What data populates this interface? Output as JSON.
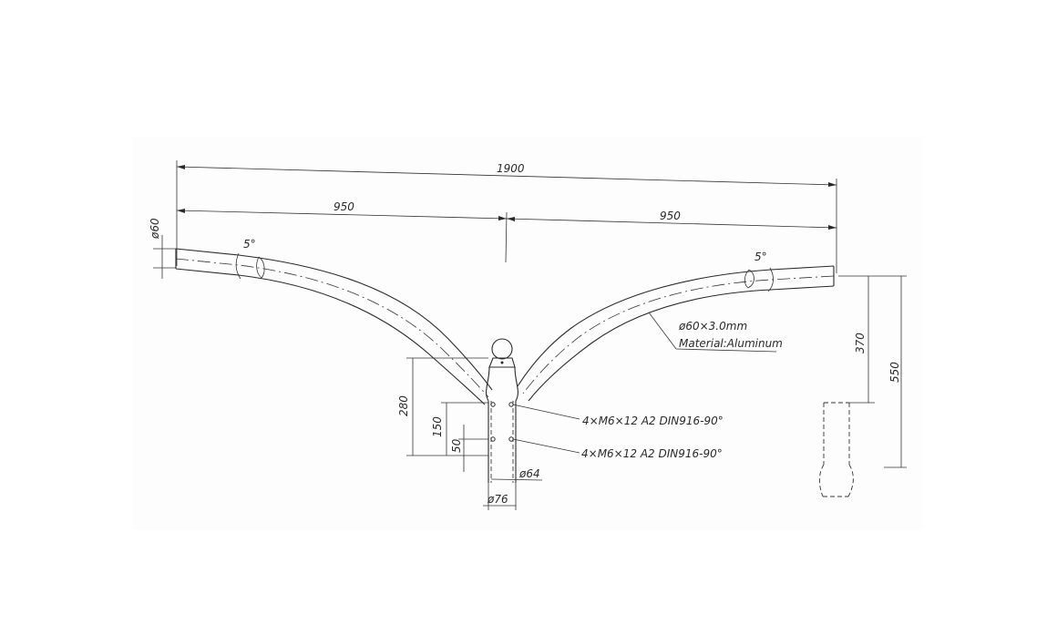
{
  "drawing": {
    "dims": {
      "overall": "1900",
      "left_half": "950",
      "right_half": "950",
      "tube_dia": "ø60",
      "angle_left": "5°",
      "angle_right": "5°",
      "h_280": "280",
      "h_150": "150",
      "h_50": "50",
      "d_64": "ø64",
      "d_76": "ø76",
      "h_370": "370",
      "h_550": "550"
    },
    "notes": {
      "tube_spec": "ø60×3.0mm",
      "material": "Material:Aluminum",
      "screw_upper": "4×M6×12 A2 DIN916-90°",
      "screw_lower": "4×M6×12 A2 DIN916-90°"
    },
    "colors": {
      "line": "#2a2a2a",
      "paper": "#fdfdfd"
    }
  }
}
